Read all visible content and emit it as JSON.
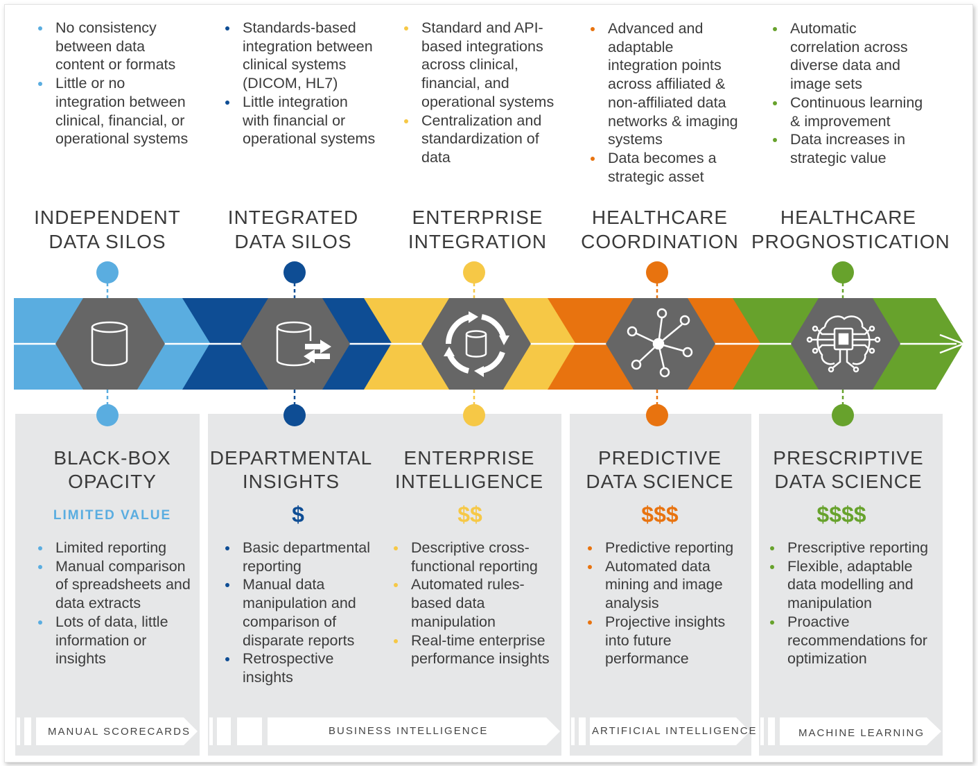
{
  "colors": {
    "light_blue": "#5aade0",
    "dark_blue": "#0e4d94",
    "yellow": "#f6c846",
    "orange": "#e8730f",
    "green": "#67a22c",
    "hexagon": "#666666",
    "panel": "#e6e7e8",
    "text": "#3b3b3b"
  },
  "stages": [
    {
      "top_bullets": [
        "No consistency between data content or formats",
        "Little or no integration between clinical, financial, or operational systems"
      ],
      "title_line1": "INDEPENDENT",
      "title_line2": "DATA SILOS",
      "icon": "database-icon"
    },
    {
      "top_bullets": [
        "Standards-based integration between clinical systems (DICOM, HL7)",
        "Little integration with financial or operational systems"
      ],
      "title_line1": "INTEGRATED",
      "title_line2": "DATA SILOS",
      "icon": "database-transfer-icon"
    },
    {
      "top_bullets": [
        "Standard and API-based integrations across clinical, financial, and operational systems",
        "Centralization and standardization of data"
      ],
      "title_line1": "ENTERPRISE",
      "title_line2": "INTEGRATION",
      "icon": "database-sync-icon"
    },
    {
      "top_bullets": [
        "Advanced and adaptable integration points across affiliated & non-affiliated data networks & imaging systems",
        "Data becomes a strategic asset"
      ],
      "title_line1": "HEALTHCARE",
      "title_line2": "COORDINATION",
      "icon": "network-icon"
    },
    {
      "top_bullets": [
        "Automatic correlation across diverse data and image sets",
        "Continuous learning & improvement",
        "Data increases in strategic value"
      ],
      "title_line1": "HEALTHCARE",
      "title_line2": "PROGNOSTICATION",
      "icon": "ai-chip-brain-icon"
    }
  ],
  "panels": [
    {
      "title_line1": "BLACK-BOX",
      "title_line2": "OPACITY",
      "value": "LIMITED VALUE",
      "bullets": [
        "Limited reporting",
        "Manual comparison of spreadsheets and data extracts",
        "Lots of data, little information or insights"
      ]
    },
    {
      "title_line1": "DEPARTMENTAL",
      "title_line2": "INSIGHTS",
      "value": "$",
      "bullets": [
        "Basic departmental reporting",
        "Manual data manipulation and comparison of disparate reports",
        "Retrospective insights"
      ]
    },
    {
      "title_line1": "ENTERPRISE",
      "title_line2": "INTELLIGENCE",
      "value": "$$",
      "bullets": [
        "Descriptive cross-functional reporting",
        "Automated rules-based data manipulation",
        "Real-time enterprise performance insights"
      ]
    },
    {
      "title_line1": "PREDICTIVE",
      "title_line2": "DATA SCIENCE",
      "value": "$$$",
      "bullets": [
        "Predictive reporting",
        "Automated data mining and image analysis",
        "Projective insights into future performance"
      ]
    },
    {
      "title_line1": "PRESCRIPTIVE",
      "title_line2": "DATA SCIENCE",
      "value": "$$$$",
      "bullets": [
        "Prescriptive reporting",
        "Flexible, adaptable data modelling and manipulation",
        "Proactive recommendations for optimization"
      ]
    }
  ],
  "footers": [
    "MANUAL SCORECARDS",
    "BUSINESS INTELLIGENCE",
    "ARTIFICIAL INTELLIGENCE",
    "MACHINE LEARNING"
  ]
}
